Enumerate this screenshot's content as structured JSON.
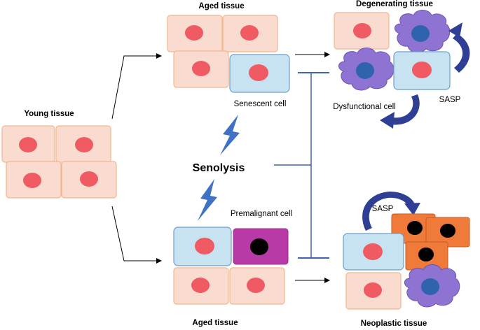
{
  "labels": {
    "young_tissue": "Young tissue",
    "aged_tissue_top": "Aged tissue",
    "degenerating_tissue": "Degenerating tissue",
    "senescent_cell": "Senescent cell",
    "dysfunctional_cell": "Dysfunctional cell",
    "sasp_top": "SASP",
    "senolysis": "Senolysis",
    "premalignant_cell": "Premalignant cell",
    "sasp_bottom": "SASP",
    "aged_tissue_bottom": "Aged tissue",
    "neoplastic_tissue": "Neoplastic tissue"
  },
  "colors": {
    "normal_cell_fill": "#f9dccf",
    "normal_cell_stroke": "#f2b68f",
    "nucleus_red": "#ef5a63",
    "senescent_fill": "#c7e2f1",
    "senescent_stroke": "#6e9ec7",
    "dysfunctional_fill": "#8f73d2",
    "dysfunctional_nucleus": "#2f63ae",
    "premalignant_fill": "#b83aa6",
    "tumor_fill": "#f07a3a",
    "black_nucleus": "#000000",
    "inhibition_line": "#3e64b3",
    "lightning": "#3f72c4",
    "sasp_arrow": "#2e3f95"
  },
  "icons": [
    "lightning-bolt-icon",
    "curved-arrow-icon"
  ]
}
